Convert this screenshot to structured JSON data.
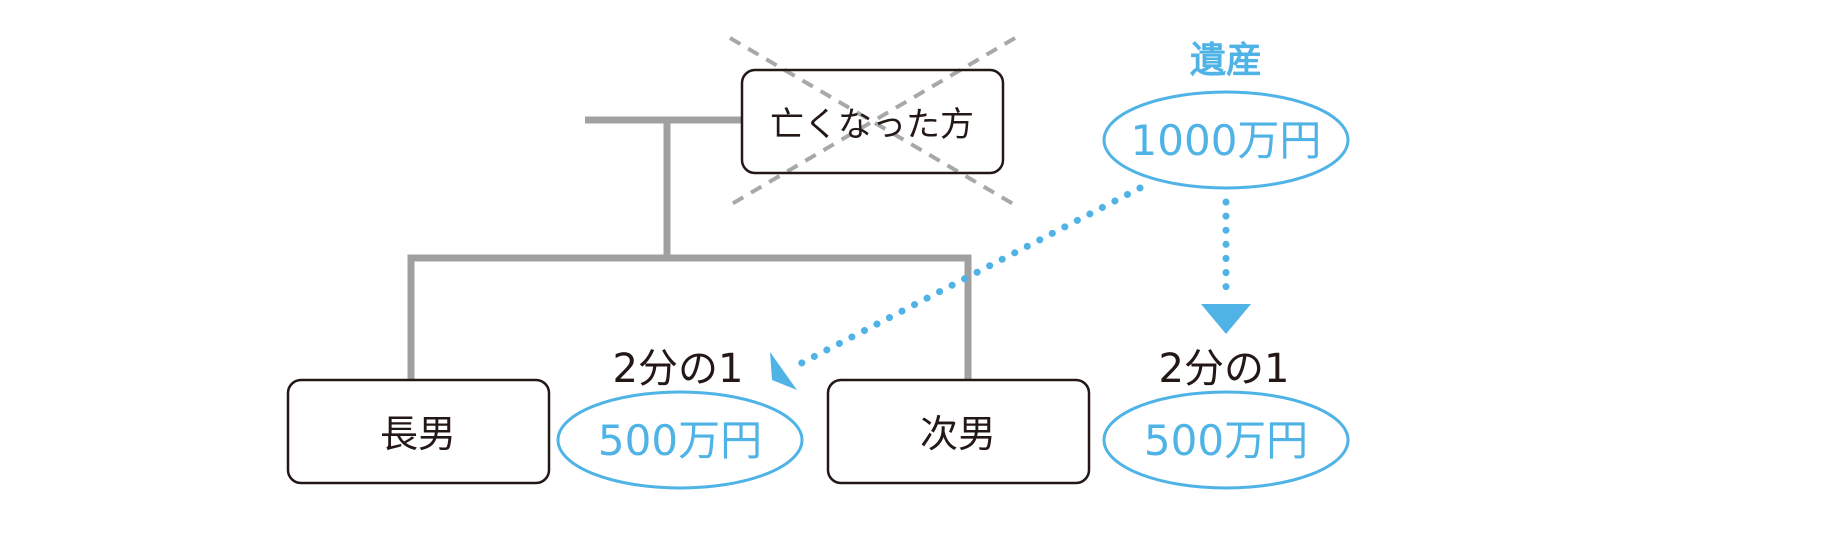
{
  "nodes": {
    "deceased": "亡くなった方",
    "eldest_son": "長男",
    "second_son": "次男"
  },
  "estate": {
    "label": "遺産",
    "amount": "1000万円"
  },
  "shares": {
    "eldest": {
      "fraction": "2分の1",
      "amount": "500万円"
    },
    "second": {
      "fraction": "2分の1",
      "amount": "500万円"
    }
  },
  "colors": {
    "line": "#a0a0a0",
    "box_border": "#231815",
    "text": "#231815",
    "accent": "#4fb3e6",
    "cross": "#a8a8a8"
  }
}
